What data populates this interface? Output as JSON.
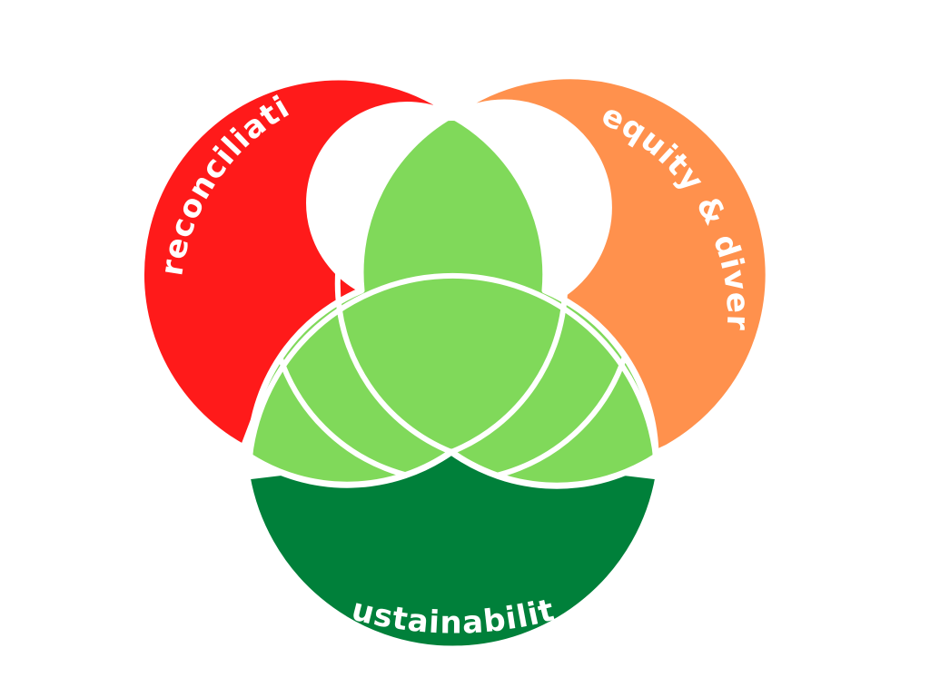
{
  "diagram": {
    "type": "venn-3",
    "sets": [
      {
        "id": "reconciliation",
        "label": "reconciliation",
        "color": "#ff1a1a"
      },
      {
        "id": "equity",
        "label": "equity & diversity",
        "color": "#ff914d"
      },
      {
        "id": "sustainability",
        "label": "sustainability",
        "color": "#00803a"
      }
    ],
    "overlap_color": "#80d95a",
    "stroke_color": "#ffffff"
  }
}
